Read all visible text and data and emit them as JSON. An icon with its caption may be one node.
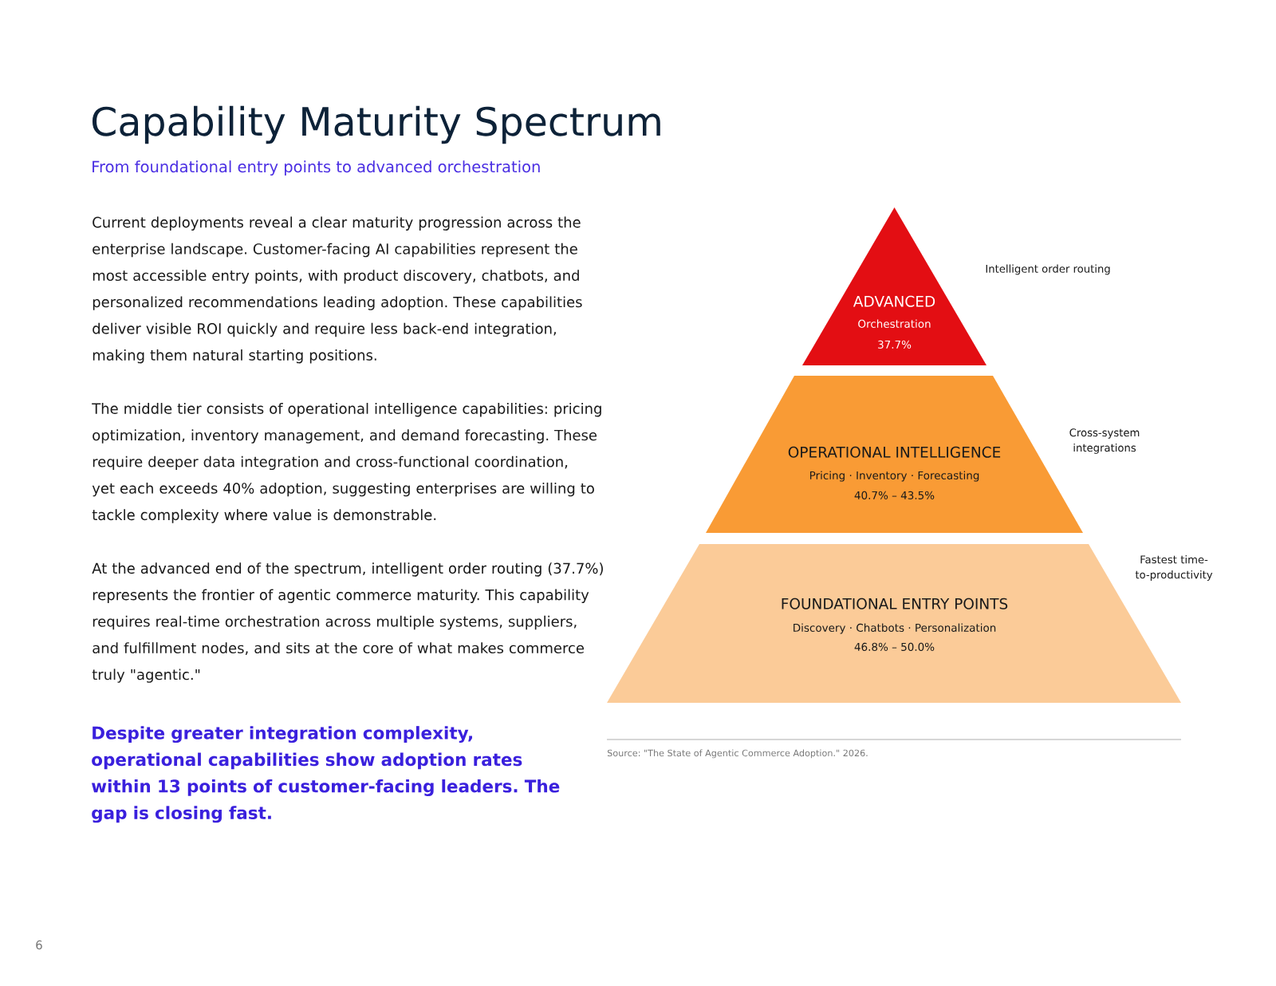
{
  "diagram": {
    "title": "Capability Maturity Spectrum",
    "caption": "Source: \"The State of Agentic Commerce Adoption.\" 2026.",
    "nodes": [
      {
        "text": [
          "ADVANCED",
          "Orchestration",
          "37.7%"
        ],
        "beside": [
          "Intelligent order routing"
        ]
      },
      {
        "text": [
          "OPERATIONAL INTELLIGENCE",
          "Pricing · Inventory · Forecasting",
          "40.7% – 43.5%"
        ],
        "beside": [
          "Cross-system integrations"
        ]
      },
      {
        "text": [
          "FOUNDATIONAL ENTRY POINTS",
          "Discovery · Chatbots · Personalization",
          "46.8% – 50.0%"
        ],
        "beside": [
          "Fastest time- to-productivity"
        ]
      }
    ],
    "labels": [
      "From foundational entry points to advanced orchestration",
      "Current deployments reveal a clear maturity progression across the enterprise landscape. Customer-facing AI capabilities represent the most accessible entry points, with product discovery, chatbots, and personalized recommendations leading adoption. These capabilities deliver visible ROI quickly and require less back-end integration, making them natural starting positions.",
      "The middle tier consists of operational intelligence capabilities: pricing optimization, inventory management, and demand forecasting. These require deeper data integration and cross-functional coordination, yet each exceeds 40% adoption, suggesting enterprises are willing to tackle complexity where value is demonstrable.",
      "At the advanced end of the spectrum, intelligent order routing (37.7%) represents the frontier of agentic commerce maturity. This capability requires real-time orchestration across multiple systems, suppliers, and fulfillment nodes, and sits at the core of what makes commerce truly \"agentic.\"",
      "Despite greater integration complexity, operational capabilities show adoption rates within 13 points of customer-facing leaders. The gap is closing fast.",
      "6"
    ]
  }
}
